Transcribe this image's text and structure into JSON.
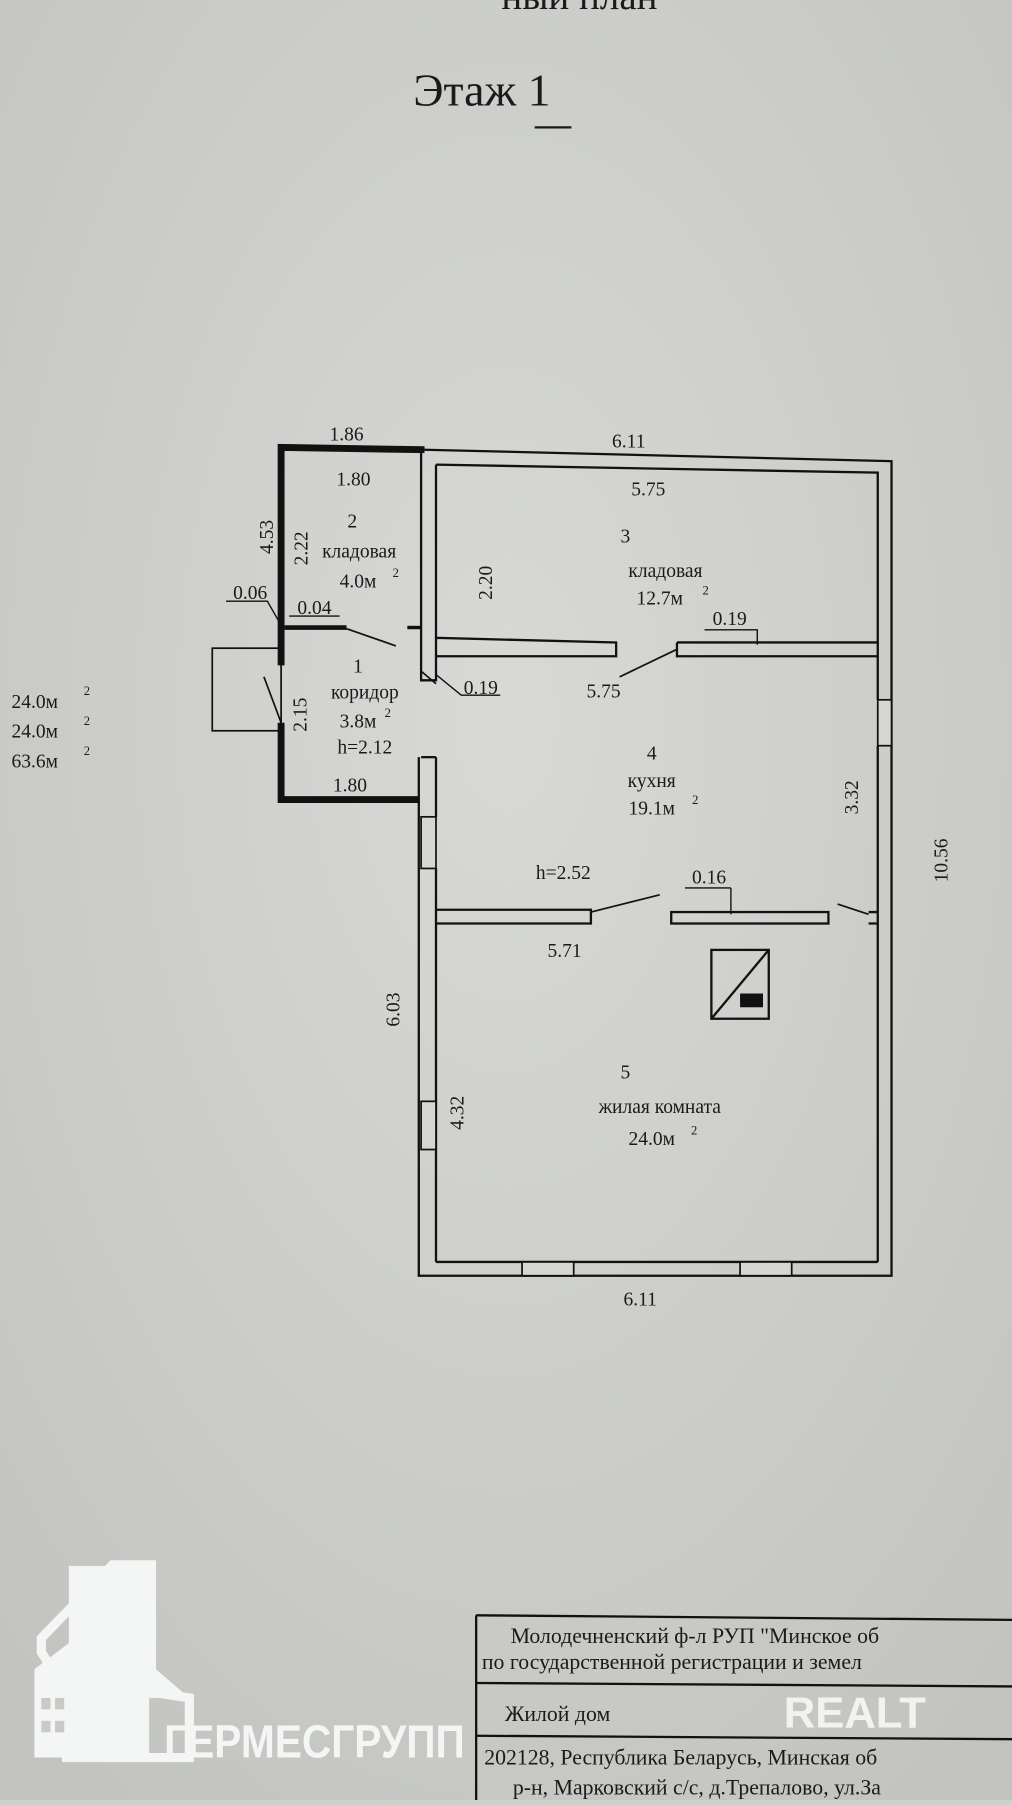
{
  "header": {
    "plan_title_partial": "ный план",
    "floor_title": "Этаж 1"
  },
  "rooms": [
    {
      "number": "1",
      "name": "коридор",
      "area": "3.8м",
      "height": "h=2.12"
    },
    {
      "number": "2",
      "name": "кладовая",
      "area": "4.0м"
    },
    {
      "number": "3",
      "name": "кладовая",
      "area": "12.7м"
    },
    {
      "number": "4",
      "name": "кухня",
      "area": "19.1м",
      "height": "h=2.52"
    },
    {
      "number": "5",
      "name": "жилая комната",
      "area": "24.0м"
    }
  ],
  "area_sup": "2",
  "dimensions": {
    "top_left_outer": "1.86",
    "top_right_outer": "6.11",
    "room2_width": "1.80",
    "room3_width": "5.75",
    "left_outer": "4.53",
    "room2_depth": "2.22",
    "room3_depth": "2.20",
    "d006": "0.06",
    "d004": "0.04",
    "d019a": "0.19",
    "d019b": "0.19",
    "kitchen_width": "5.75",
    "corridor_depth": "2.15",
    "corridor_width": "1.80",
    "kitchen_depth": "3.32",
    "right_outer": "10.56",
    "d016": "0.16",
    "living_width_top": "5.71",
    "left_lower_outer": "6.03",
    "living_depth": "4.32",
    "bottom_outer": "6.11"
  },
  "side_summary": [
    "24.0м",
    "24.0м",
    "63.6м"
  ],
  "title_block": {
    "org_line1": "Молодечненский ф-л РУП \"Минское об",
    "org_line2": "по государственной  регистрации и земел",
    "object": "Жилой дом",
    "address1": "202128, Республика Беларусь, Минская об",
    "address2": "р-н, Марковский с/с, д.Трепалово, ул.За"
  },
  "watermark": "REALT",
  "logo_text": "ГЕРМЕСГРУПП",
  "colors": {
    "paper": "#cfd0cc",
    "ink": "#1a1a1a",
    "logo": "#f4f6f6"
  }
}
